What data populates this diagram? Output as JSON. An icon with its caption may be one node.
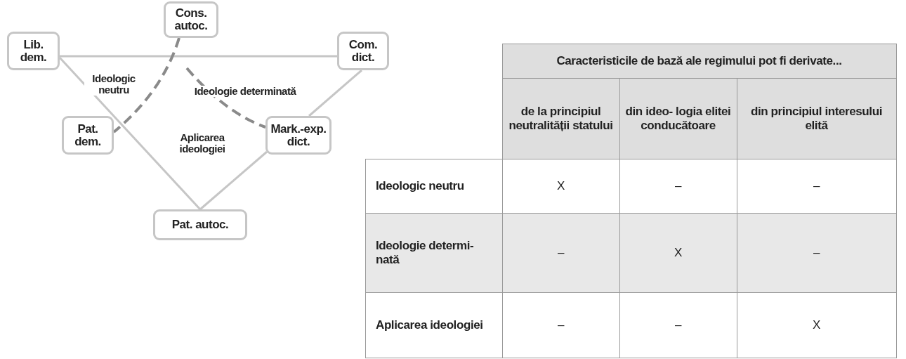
{
  "diagram": {
    "nodes": [
      {
        "text": [
          "Lib. dem."
        ]
      },
      {
        "text": [
          "Cons. autoc."
        ]
      },
      {
        "text": [
          "Com. dict."
        ]
      },
      {
        "text": [
          "Pat. dem."
        ]
      },
      {
        "text": [
          "Mark.-exp. dict."
        ]
      },
      {
        "text": [
          "Pat. autoc."
        ]
      }
    ],
    "edges": [
      {
        "from": 0,
        "to": 2,
        "arrow": "none"
      },
      {
        "from": 0,
        "to": 5,
        "arrow": "none"
      },
      {
        "from": 2,
        "to": 4,
        "arrow": "none"
      },
      {
        "from": 4,
        "to": 5,
        "arrow": "none"
      },
      {
        "from": 1,
        "to": 3,
        "arrow": "none",
        "style": "dashed",
        "color": "#8a8a8a"
      },
      {
        "from": null,
        "to": 4,
        "arrow": "none",
        "style": "dashed",
        "color": "#8a8a8a"
      }
    ],
    "labels": [
      "Ideologic neutru",
      "Ideologie determinată",
      "Aplicarea ideologiei",
      "Caracteristicile de bază ale regimului pot fi derivate...",
      "de la principiul neutralității statului",
      "din ideo- logia elitei conducătoare",
      "din principiul interesului elită",
      "Ideologic neutru",
      "X",
      "–",
      "–",
      "Ideologie determi- nată",
      "–",
      "X",
      "–",
      "Aplicarea ideologiei",
      "–",
      "–",
      "X"
    ]
  }
}
